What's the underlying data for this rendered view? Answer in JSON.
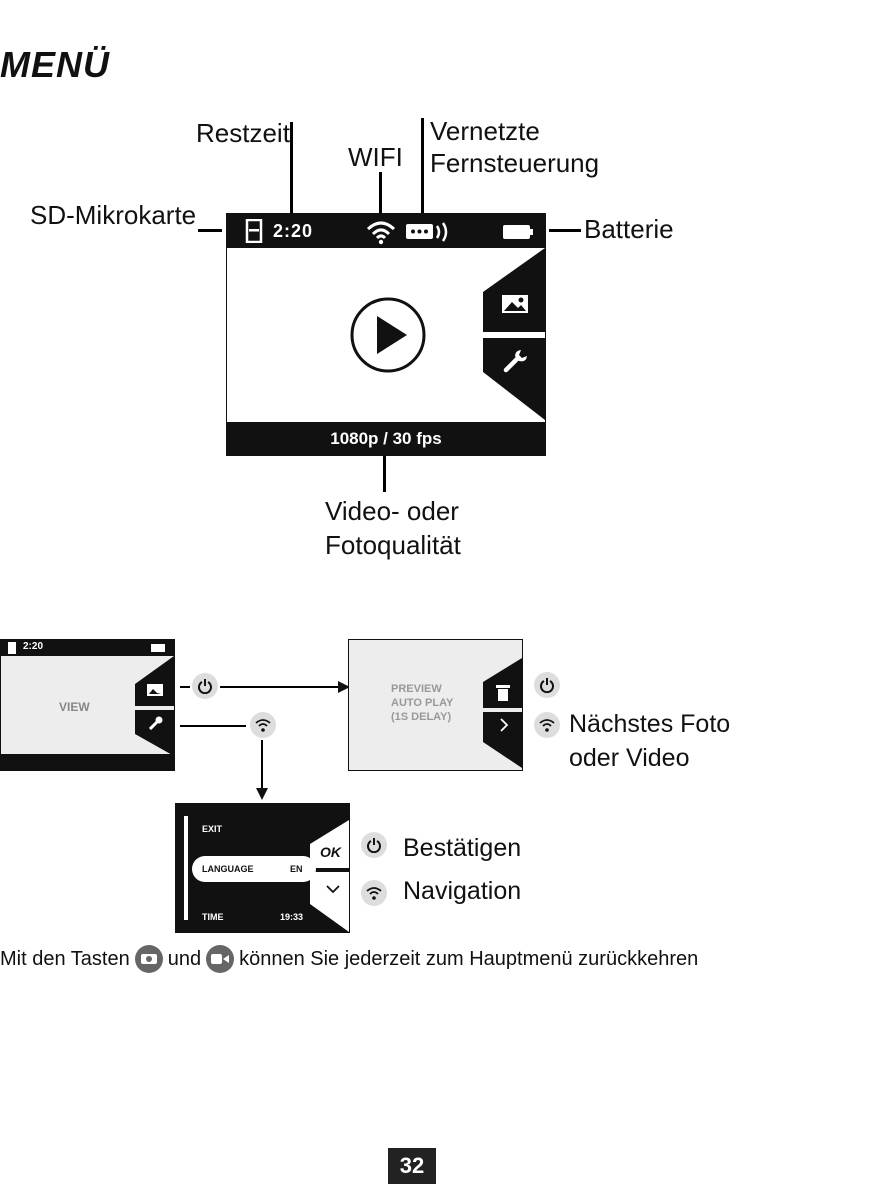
{
  "page": {
    "title": "MENÜ",
    "page_number": "32",
    "footer_text": {
      "part1": "Mit den Tasten",
      "part2": "und",
      "part3": "können Sie jederzeit zum Hauptmenü zurückkehren"
    }
  },
  "callouts": {
    "restzeit": "Restzeit",
    "wifi": "WIFI",
    "vernetzte_line1": "Vernetzte",
    "vernetzte_line2": "Fernsteuerung",
    "sd": "SD-Mikrokarte",
    "batterie": "Batterie",
    "quality_line1": "Video- oder",
    "quality_line2": "Fotoqualität"
  },
  "main_screen": {
    "time": "2:20",
    "quality": "1080p / 30 fps",
    "icons": [
      "sd-card-icon",
      "wifi-icon",
      "remote-icon",
      "battery-icon",
      "play-icon",
      "gallery-icon",
      "wrench-icon"
    ]
  },
  "view_screen": {
    "time": "2:20",
    "label": "VIEW"
  },
  "preview_screen": {
    "line1": "PREVIEW",
    "line2": "AUTO PLAY",
    "line3": "(1S DELAY)"
  },
  "settings_screen": {
    "item1": "EXIT",
    "item2_label": "LANGUAGE",
    "item2_value": "EN",
    "item3_label": "TIME",
    "item3_value": "19:33",
    "ok": "OK"
  },
  "legend": {
    "next_line1": "Nächstes Foto",
    "next_line2": "oder Video",
    "confirm": "Bestätigen",
    "navigation": "Navigation"
  }
}
